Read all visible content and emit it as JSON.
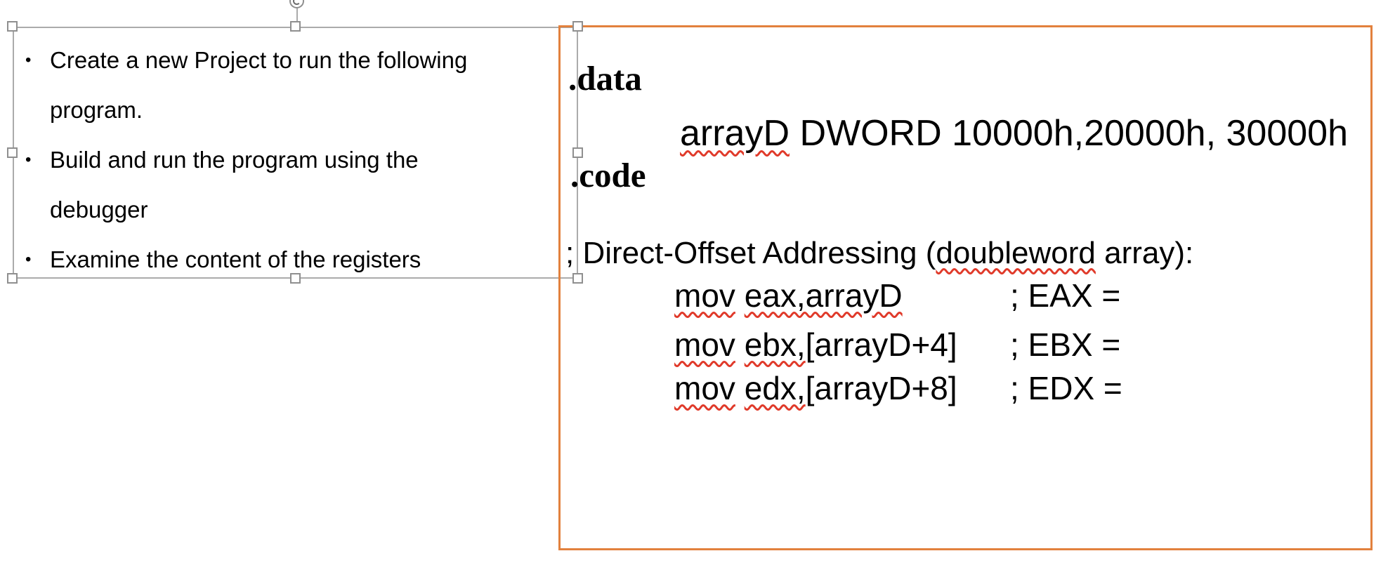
{
  "selection": {
    "bullet_marker": "•",
    "border_color": "#ababab",
    "handle_fill": "#ffffff",
    "handle_border": "#8f8f8f"
  },
  "bullet_box": {
    "items": [
      {
        "lines": [
          "Create a new Project to run the following",
          "program."
        ]
      },
      {
        "lines": [
          "Build and run the program using the",
          "debugger"
        ]
      },
      {
        "lines": [
          "Examine the content of the registers"
        ]
      }
    ]
  },
  "code_box": {
    "border_color": "#e2813d",
    "squiggle_color": "#e03a2a",
    "lines": [
      {
        "kind": "directive",
        "segments": [
          {
            "t": ".data",
            "sq": false
          }
        ]
      },
      {
        "kind": "array-declaration",
        "segments": [
          {
            "t": "arrayD",
            "sq": true
          },
          {
            "t": " DWORD 10000h,20000h, 30000h",
            "sq": false
          }
        ]
      },
      {
        "kind": "directive",
        "segments": [
          {
            "t": ".code",
            "sq": false
          }
        ]
      },
      {
        "kind": "comment-line",
        "segments": [
          {
            "t": "; Direct-Offset Addressing (",
            "sq": false
          },
          {
            "t": "doubleword",
            "sq": true
          },
          {
            "t": " array):",
            "sq": false
          }
        ]
      },
      {
        "kind": "instruction",
        "segments": [
          {
            "t": "mov",
            "sq": true
          },
          {
            "t": " ",
            "sq": false
          },
          {
            "t": "eax,arrayD",
            "sq": true
          }
        ],
        "comment": "; EAX ="
      },
      {
        "kind": "instruction",
        "segments": [
          {
            "t": "mov",
            "sq": true
          },
          {
            "t": " ",
            "sq": false
          },
          {
            "t": "ebx,",
            "sq": true
          },
          {
            "t": "[arrayD+4]",
            "sq": false
          }
        ],
        "comment": "; EBX ="
      },
      {
        "kind": "instruction",
        "segments": [
          {
            "t": "mov",
            "sq": true
          },
          {
            "t": " ",
            "sq": false
          },
          {
            "t": "edx,",
            "sq": true
          },
          {
            "t": "[arrayD+8]",
            "sq": false
          }
        ],
        "comment": "; EDX ="
      }
    ]
  }
}
